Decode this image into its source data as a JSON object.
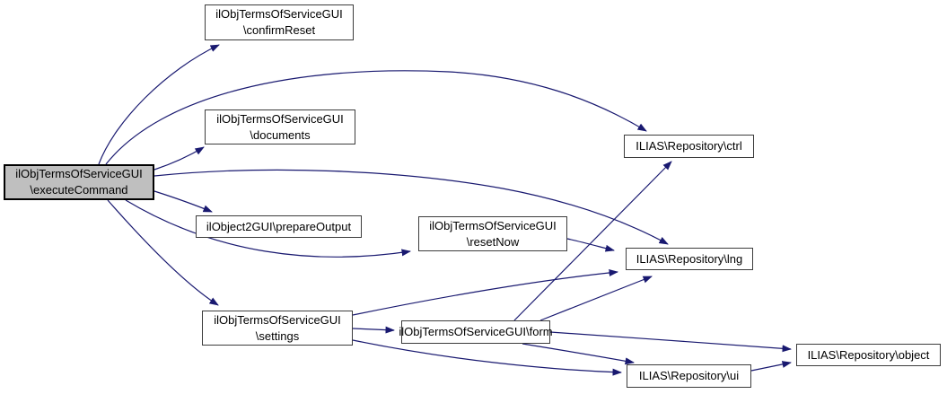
{
  "diagram": {
    "type": "call-graph",
    "tool_style": "doxygen",
    "nodes": {
      "confirmReset": {
        "label": "ilObjTermsOfServiceGUI\n\\confirmReset"
      },
      "documents": {
        "label": "ilObjTermsOfServiceGUI\n\\documents"
      },
      "executeCommand": {
        "label": "ilObjTermsOfServiceGUI\n\\executeCommand",
        "highlighted": true
      },
      "prepareOutput": {
        "label": "ilObject2GUI\\prepareOutput"
      },
      "resetNow": {
        "label": "ilObjTermsOfServiceGUI\n\\resetNow"
      },
      "ctrl": {
        "label": "ILIAS\\Repository\\ctrl"
      },
      "lng": {
        "label": "ILIAS\\Repository\\lng"
      },
      "settings": {
        "label": "ilObjTermsOfServiceGUI\n\\settings"
      },
      "form": {
        "label": "ilObjTermsOfServiceGUI\\form"
      },
      "object": {
        "label": "ILIAS\\Repository\\object"
      },
      "ui": {
        "label": "ILIAS\\Repository\\ui"
      }
    },
    "edges": [
      {
        "from": "executeCommand",
        "to": "confirmReset"
      },
      {
        "from": "executeCommand",
        "to": "ctrl"
      },
      {
        "from": "executeCommand",
        "to": "documents"
      },
      {
        "from": "executeCommand",
        "to": "lng"
      },
      {
        "from": "executeCommand",
        "to": "prepareOutput"
      },
      {
        "from": "executeCommand",
        "to": "resetNow"
      },
      {
        "from": "executeCommand",
        "to": "settings"
      },
      {
        "from": "resetNow",
        "to": "lng"
      },
      {
        "from": "settings",
        "to": "lng"
      },
      {
        "from": "settings",
        "to": "form"
      },
      {
        "from": "settings",
        "to": "ui"
      },
      {
        "from": "form",
        "to": "ctrl"
      },
      {
        "from": "form",
        "to": "lng"
      },
      {
        "from": "form",
        "to": "object"
      },
      {
        "from": "form",
        "to": "ui"
      },
      {
        "from": "ui",
        "to": "object"
      }
    ],
    "colors": {
      "edge": "#191970",
      "node_fill": "#ffffff",
      "node_border": "#3c3c3c",
      "highlight_fill": "#bfbfbf",
      "highlight_border": "#000000",
      "text": "#000000",
      "background": "#ffffff"
    }
  }
}
